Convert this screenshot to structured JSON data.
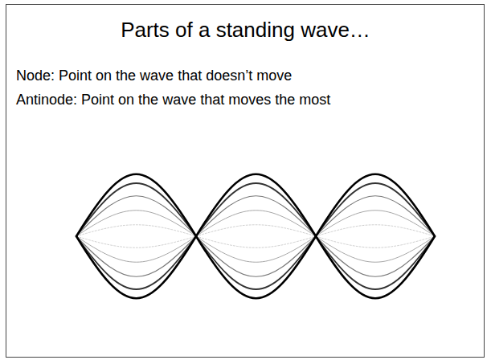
{
  "diagram": {
    "title": "Parts of a standing wave…",
    "labels": [
      "Node: Point on the wave that doesn’t move",
      "Antinode: Point on the wave that moves the most"
    ]
  }
}
